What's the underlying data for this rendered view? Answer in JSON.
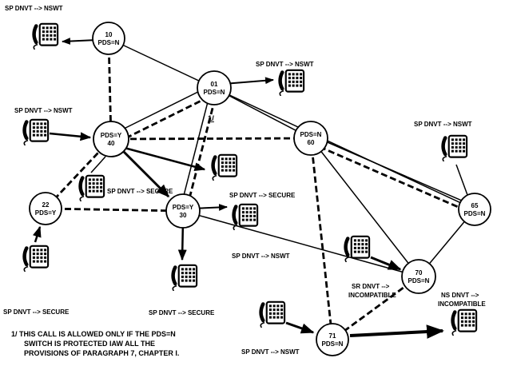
{
  "diagram": {
    "background": "#ffffff",
    "line_color": "#000000",
    "nodes": [
      {
        "id": "10",
        "line1": "10",
        "line2": "PDS=N"
      },
      {
        "id": "01",
        "line1": "01",
        "line2": "PDS=N"
      },
      {
        "id": "40",
        "line1": "PDS=Y",
        "line2": "40"
      },
      {
        "id": "22",
        "line1": "22",
        "line2": "PDS=Y"
      },
      {
        "id": "30",
        "line1": "PDS=Y",
        "line2": "30"
      },
      {
        "id": "60",
        "line1": "PDS=N",
        "line2": "60"
      },
      {
        "id": "65",
        "line1": "65",
        "line2": "PDS=N"
      },
      {
        "id": "70",
        "line1": "70",
        "line2": "PDS=N"
      },
      {
        "id": "71",
        "line1": "71",
        "line2": "PDS=N"
      }
    ],
    "phones": [
      {
        "id": "phone-top-left",
        "lines": [
          "SP DNVT --> NSWT"
        ]
      },
      {
        "id": "phone-right-of-01",
        "lines": [
          "SP DNVT --> NSWT"
        ]
      },
      {
        "id": "phone-left-of-40",
        "lines": [
          "SP DNVT --> NSWT"
        ]
      },
      {
        "id": "phone-below-40",
        "lines": [
          "SP DNVT --> SECURE"
        ]
      },
      {
        "id": "phone-above-30",
        "lines": [
          "SP DNVT --> SECURE"
        ]
      },
      {
        "id": "phone-right-of-30",
        "lines": [
          "SP DNVT --> NSWT"
        ]
      },
      {
        "id": "phone-below-30",
        "lines": [
          "SP DNVT --> SECURE"
        ]
      },
      {
        "id": "phone-below-22",
        "lines": [
          "SP DNVT --> SECURE"
        ]
      },
      {
        "id": "phone-above-65",
        "lines": [
          "SP DNVT --> NSWT"
        ]
      },
      {
        "id": "phone-left-of-70",
        "lines": [
          "SR DNVT -->",
          "INCOMPATIBLE"
        ]
      },
      {
        "id": "phone-left-of-71",
        "lines": [
          "SP DNVT --> NSWT"
        ]
      },
      {
        "id": "phone-bottom-right",
        "lines": [
          "NS DNVT -->",
          "INCOMPATIBLE"
        ]
      }
    ],
    "edges": [
      {
        "from": "10",
        "to": "01",
        "style": "solid"
      },
      {
        "from": "10",
        "to": "40",
        "style": "dashed"
      },
      {
        "from": "01",
        "to": "40",
        "style": "solid"
      },
      {
        "from": "01",
        "to": "40",
        "style": "dashed"
      },
      {
        "from": "01",
        "to": "30",
        "style": "solid"
      },
      {
        "from": "01",
        "to": "30",
        "style": "dashed"
      },
      {
        "from": "01",
        "to": "60",
        "style": "solid"
      },
      {
        "from": "01",
        "to": "65",
        "style": "solid"
      },
      {
        "from": "40",
        "to": "60",
        "style": "dashed"
      },
      {
        "from": "40",
        "to": "22",
        "style": "dashed"
      },
      {
        "from": "40",
        "to": "30",
        "style": "solid-arrow"
      },
      {
        "from": "22",
        "to": "30",
        "style": "dashed"
      },
      {
        "from": "60",
        "to": "65",
        "style": "solid"
      },
      {
        "from": "60",
        "to": "65",
        "style": "dashed"
      },
      {
        "from": "60",
        "to": "70",
        "style": "solid"
      },
      {
        "from": "60",
        "to": "71",
        "style": "dashed"
      },
      {
        "from": "65",
        "to": "70",
        "style": "solid"
      },
      {
        "from": "70",
        "to": "71",
        "style": "dashed"
      },
      {
        "from": "30",
        "to": "70",
        "style": "solid"
      }
    ],
    "callout": "1/",
    "footnote": [
      "1/ THIS CALL IS ALLOWED ONLY IF THE PDS=N",
      "SWITCH IS PROTECTED IAW ALL THE",
      "PROVISIONS OF PARAGRAPH 7, CHAPTER I."
    ]
  }
}
